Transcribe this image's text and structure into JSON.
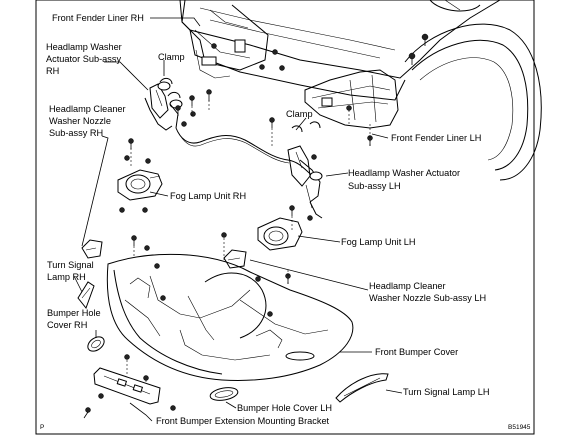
{
  "labels": {
    "front_fender_liner_rh": "Front Fender Liner RH",
    "headlamp_washer_actuator_rh_l1": "Headlamp Washer",
    "headlamp_washer_actuator_rh_l2": "Actuator Sub-assy",
    "headlamp_washer_actuator_rh_l3": "RH",
    "clamp_left": "Clamp",
    "headlamp_cleaner_nozzle_rh_l1": "Headlamp Cleaner",
    "headlamp_cleaner_nozzle_rh_l2": "Washer Nozzle",
    "headlamp_cleaner_nozzle_rh_l3": "Sub-assy RH",
    "clamp_right": "Clamp",
    "front_fender_liner_lh": "Front Fender Liner LH",
    "headlamp_washer_actuator_lh_l1": "Headlamp Washer Actuator",
    "headlamp_washer_actuator_lh_l2": "Sub-assy LH",
    "fog_lamp_unit_rh": "Fog Lamp Unit RH",
    "fog_lamp_unit_lh": "Fog Lamp Unit LH",
    "turn_signal_lamp_rh_l1": "Turn Signal",
    "turn_signal_lamp_rh_l2": "Lamp RH",
    "headlamp_cleaner_nozzle_lh_l1": "Headlamp Cleaner",
    "headlamp_cleaner_nozzle_lh_l2": "Washer Nozzle Sub-assy LH",
    "bumper_hole_cover_rh_l1": "Bumper  Hole",
    "bumper_hole_cover_rh_l2": "Cover RH",
    "front_bumper_cover": "Front Bumper Cover",
    "turn_signal_lamp_lh": "Turn Signal Lamp LH",
    "bumper_hole_cover_lh": "Bumper Hole Cover LH",
    "front_bumper_extension_bracket": "Front Bumper Extension Mounting Bracket",
    "page_marker": "P",
    "figure_code": "B51945"
  },
  "icons": [
    "bolt-icon",
    "clip-icon",
    "screw-icon"
  ]
}
